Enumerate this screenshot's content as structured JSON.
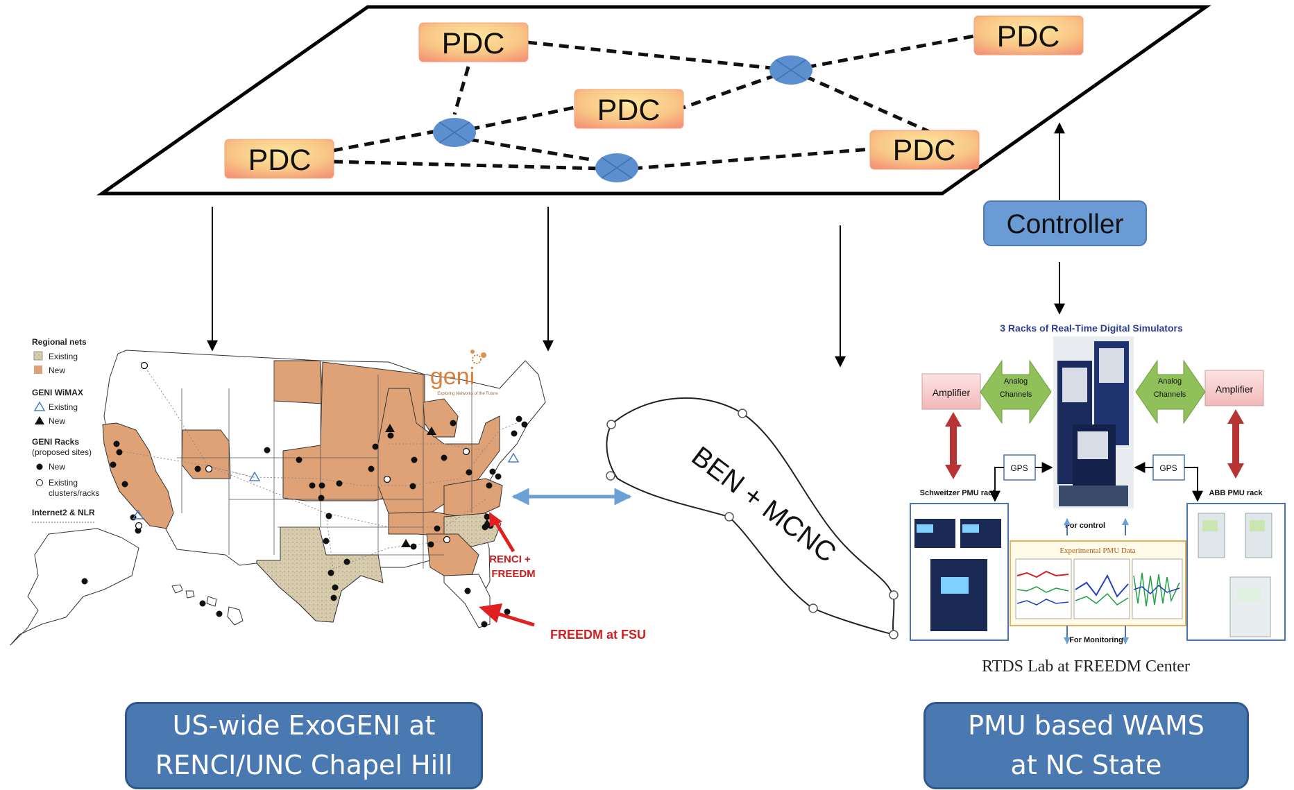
{
  "nodes": {
    "pdc_labels": [
      "PDC",
      "PDC",
      "PDC",
      "PDC",
      "PDC"
    ],
    "controller": "Controller"
  },
  "map": {
    "legend": {
      "regional_nets": "Regional nets",
      "existing1": "Existing",
      "new1": "New",
      "geni_wimax": "GENI WiMAX",
      "existing2": "Existing",
      "new2": "New",
      "geni_racks": "GENI Racks",
      "proposed_sites": "(proposed sites)",
      "new3": "New",
      "existing3": "Existing",
      "clusters": "clusters/racks",
      "internet2": "Internet2 & NLR"
    },
    "logo_text": "geni",
    "logo_tagline": "Exploring Networks of the Future",
    "renci_label_1": "RENCI +",
    "renci_label_2": "FREEDM",
    "freedm_fsu": "FREEDM at FSU"
  },
  "cloud": {
    "label": "BEN + MCNC"
  },
  "rtds": {
    "title": "3 Racks of Real-Time Digital Simulators",
    "amplifier_left": "Amplifier",
    "amplifier_right": "Amplifier",
    "analog_left_1": "Analog",
    "analog_left_2": "Channels",
    "analog_right_1": "Analog",
    "analog_right_2": "Channels",
    "gps_left": "GPS",
    "gps_right": "GPS",
    "schweitzer": "Schweitzer PMU rack",
    "abb": "ABB PMU rack",
    "for_control": "For control",
    "experimental": "Experimental PMU Data",
    "for_monitoring": "For Monitoring",
    "caption": "RTDS Lab at FREEDM Center"
  },
  "captions": {
    "left_line1": "US-wide ExoGENI at",
    "left_line2": "RENCI/UNC Chapel Hill",
    "right_line1": "PMU based WAMS",
    "right_line2": "at NC State"
  },
  "colors": {
    "pdc_fill_top": "#fbd68a",
    "pdc_fill_edge": "#f39c78",
    "switch_fill": "#5b8fd0",
    "controller_fill": "#6a9bd4",
    "state_new": "#dfa276",
    "state_existing": "#d4c7a8",
    "caption_fill": "#4a78b0",
    "red_arrow": "#e02020",
    "link_arrow": "#6c9fd6"
  }
}
